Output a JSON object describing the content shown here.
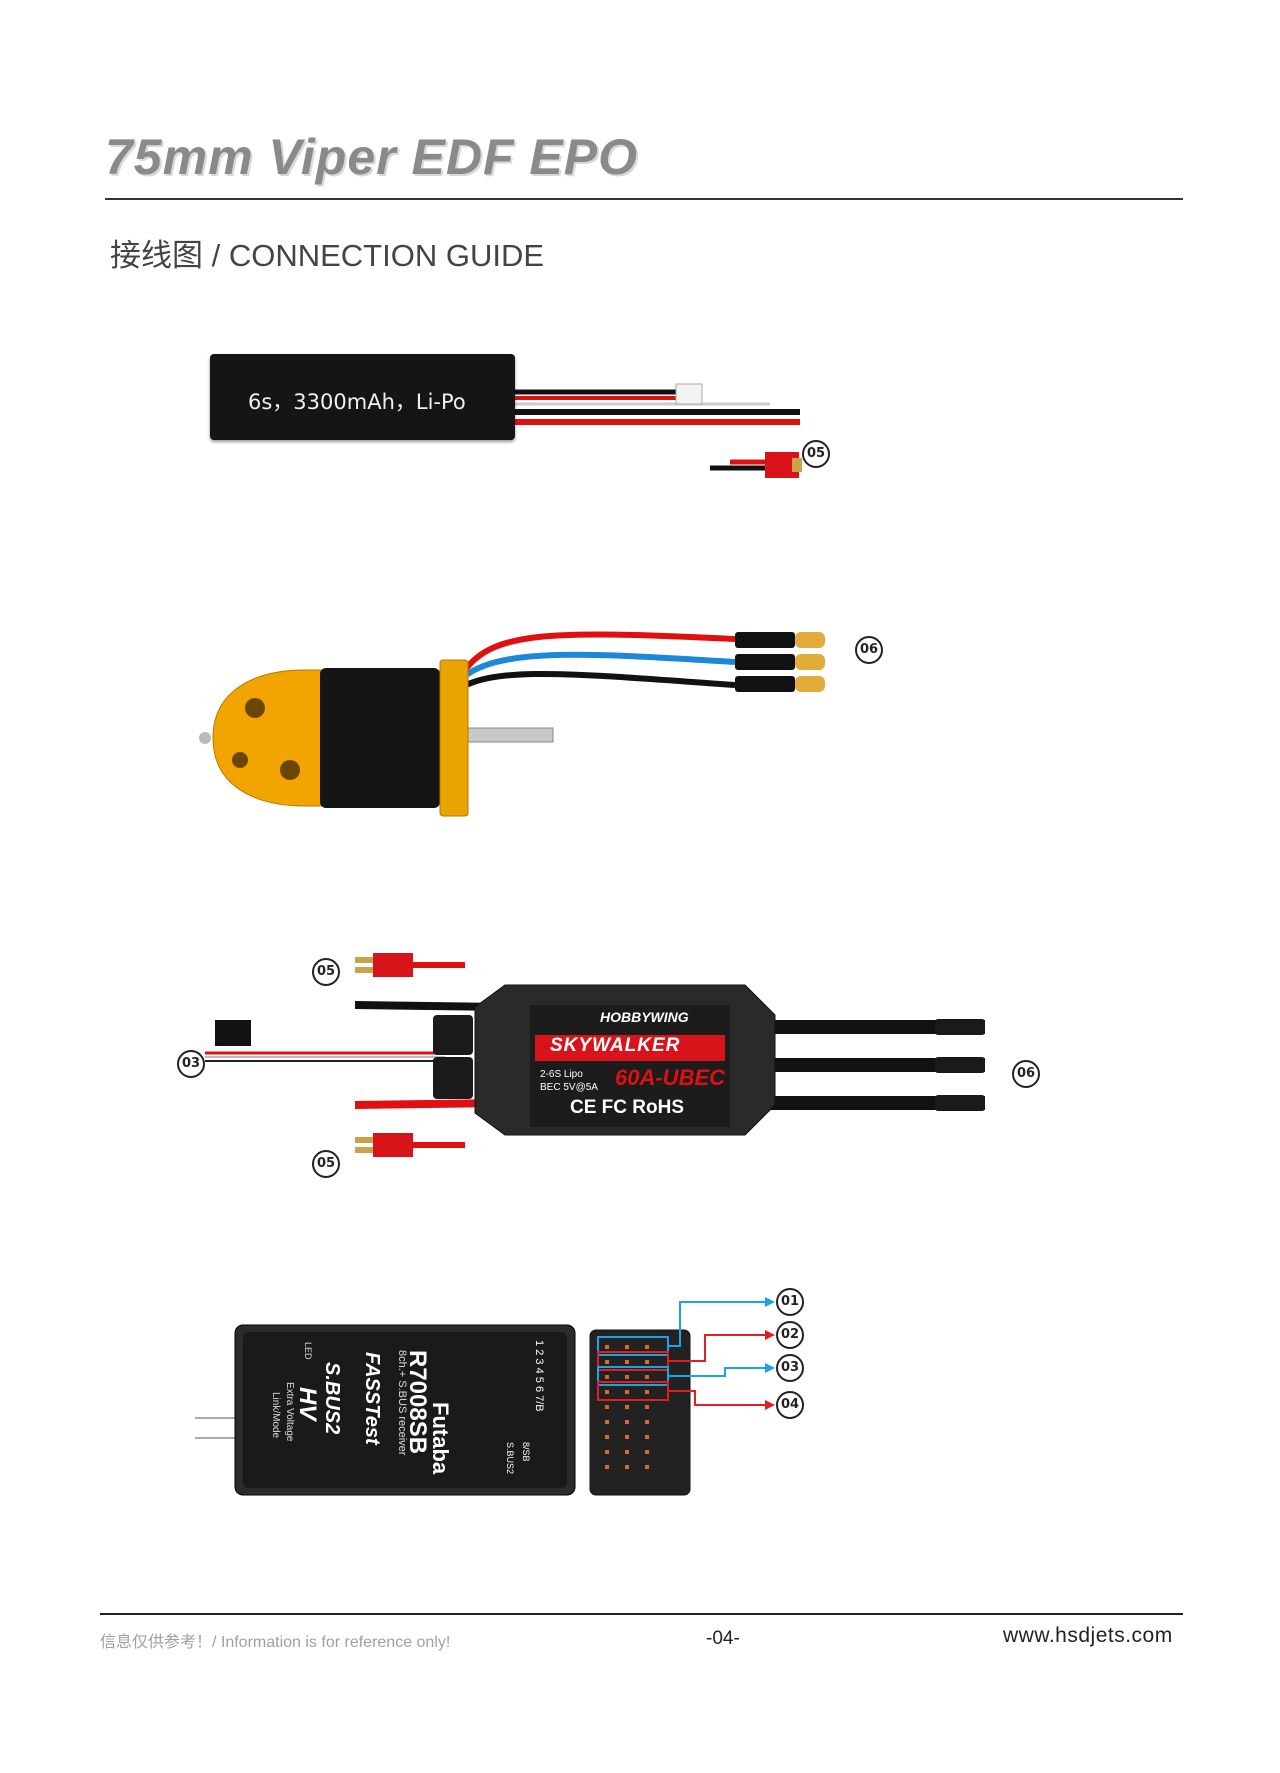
{
  "header": {
    "title": "75mm Viper EDF EPO",
    "section": "接线图 / CONNECTION GUIDE"
  },
  "battery": {
    "label": "6s，3300mAh，Li-Po",
    "callout": "05"
  },
  "motor": {
    "callout": "06"
  },
  "esc": {
    "brand": "HOBBYWING",
    "model": "SKYWALKER",
    "rating": "60A-UBEC",
    "specs_line1": "2-6S Lipo",
    "specs_line2": "BEC 5V@5A",
    "certs": "CE FC RoHS",
    "callouts": {
      "battery_top": "05",
      "battery_bottom": "05",
      "signal": "03",
      "motor": "06"
    }
  },
  "receiver": {
    "brand": "Futaba",
    "model": "R7008SB",
    "subtitle": "8ch.+ S.BUS receiver",
    "protocol": "FASSTest",
    "bus": "S.BUS2",
    "hv": "HV",
    "led_label": "LED",
    "extra_voltage": "Extra Voltage",
    "link_mode": "Link/Mode",
    "channels": [
      "1",
      "2",
      "3",
      "4",
      "5",
      "6",
      "7/B",
      "8/SB"
    ],
    "sbus2_port": "S.BUS2",
    "callouts": [
      "01",
      "02",
      "03",
      "04"
    ]
  },
  "colors": {
    "channel1": "#1aa3e8",
    "channel2": "#e01e24",
    "channel3": "#1aa3e8",
    "channel4": "#e01e24"
  },
  "footer": {
    "note": "信息仅供参考！/ Information is for reference only!",
    "page": "-04-",
    "url": "www.hsdjets.com"
  }
}
